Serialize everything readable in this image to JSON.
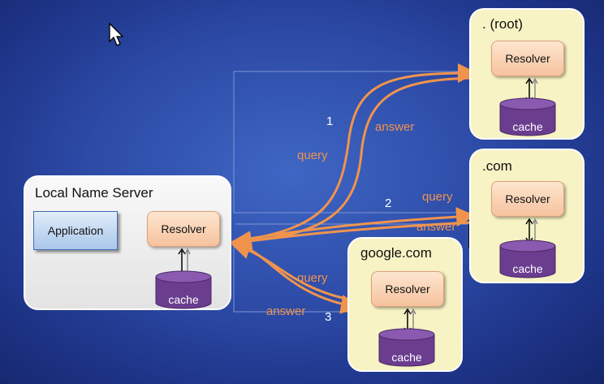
{
  "local_server": {
    "title": "Local Name Server",
    "application_label": "Application",
    "resolver_label": "Resolver",
    "cache_label": "cache"
  },
  "root_server": {
    "title": ". (root)",
    "resolver_label": "Resolver",
    "cache_label": "cache"
  },
  "com_server": {
    "title": ".com",
    "resolver_label": "Resolver",
    "cache_label": "cache"
  },
  "google_server": {
    "title": "google.com",
    "resolver_label": "Resolver",
    "cache_label": "cache"
  },
  "exchanges": {
    "step1": {
      "number": "1",
      "query": "query",
      "answer": "answer"
    },
    "step2": {
      "number": "2",
      "query": "query",
      "answer": "answer"
    },
    "step3": {
      "number": "3",
      "query": "query",
      "answer": "answer"
    }
  },
  "colors": {
    "background": "#2c4aa6",
    "arrow": "#f0944d",
    "server_box": "#f8f3c4",
    "resolver": "#f6c29e",
    "cache": "#6b3d8f",
    "application": "#a9c6ea"
  }
}
